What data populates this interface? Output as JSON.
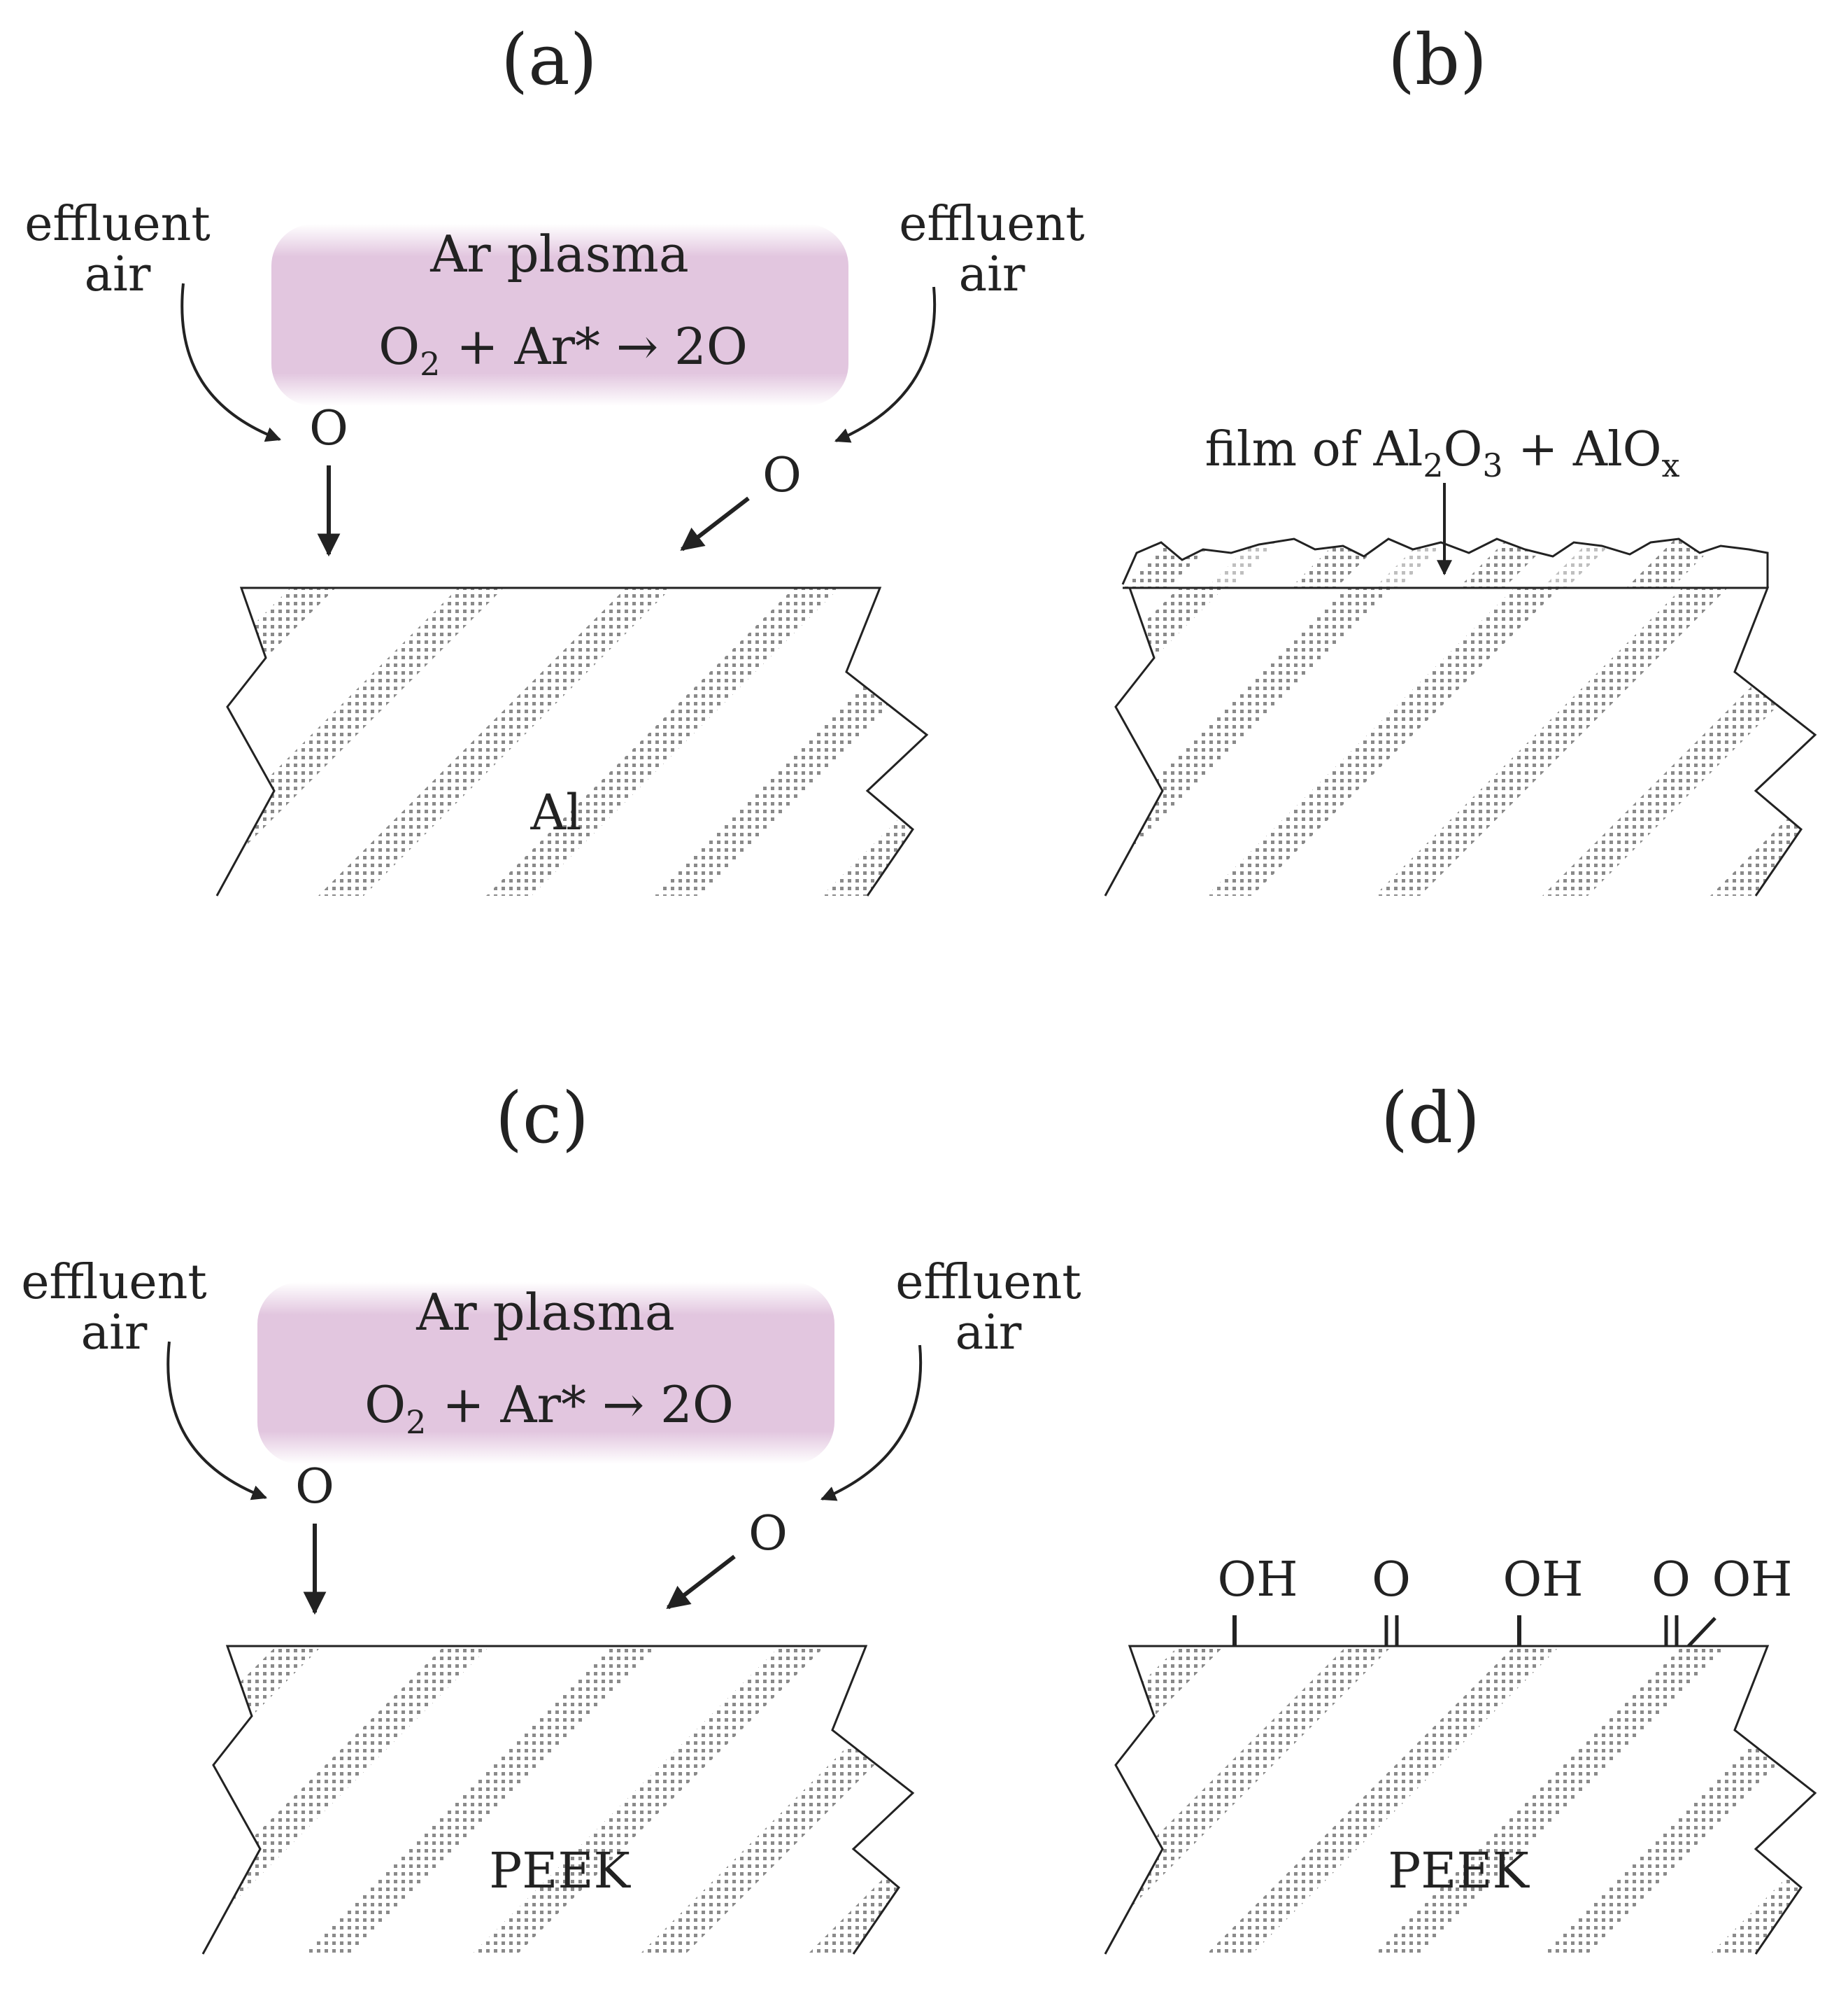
{
  "panels": {
    "a": {
      "label": "(a)",
      "left_source": [
        "effluent",
        "air"
      ],
      "right_source": [
        "effluent",
        "air"
      ],
      "plasma_title": "Ar plasma",
      "reaction": {
        "o": "O",
        "o_sub": "2",
        "rest": " + Ar* → 2O"
      },
      "oxygen_left": "O",
      "oxygen_right": "O",
      "material": "Al"
    },
    "b": {
      "label": "(b)",
      "film": {
        "p1": "film of Al",
        "s1": "2",
        "p2": "O",
        "s2": "3",
        "p3": " + AlO",
        "s3": "x"
      }
    },
    "c": {
      "label": "(c)",
      "left_source": [
        "effluent",
        "air"
      ],
      "right_source": [
        "effluent",
        "air"
      ],
      "plasma_title": "Ar plasma",
      "reaction": {
        "o": "O",
        "o_sub": "2",
        "rest": " + Ar* → 2O"
      },
      "oxygen_left": "O",
      "oxygen_right": "O",
      "material": "PEEK"
    },
    "d": {
      "label": "(d)",
      "groups": [
        "OH",
        "O",
        "OH",
        "O",
        "OH"
      ],
      "material": "PEEK"
    }
  },
  "colors": {
    "plasma": "#e2c6df",
    "stroke": "#222222",
    "dots": "#8a8a8a",
    "background": "#ffffff"
  }
}
